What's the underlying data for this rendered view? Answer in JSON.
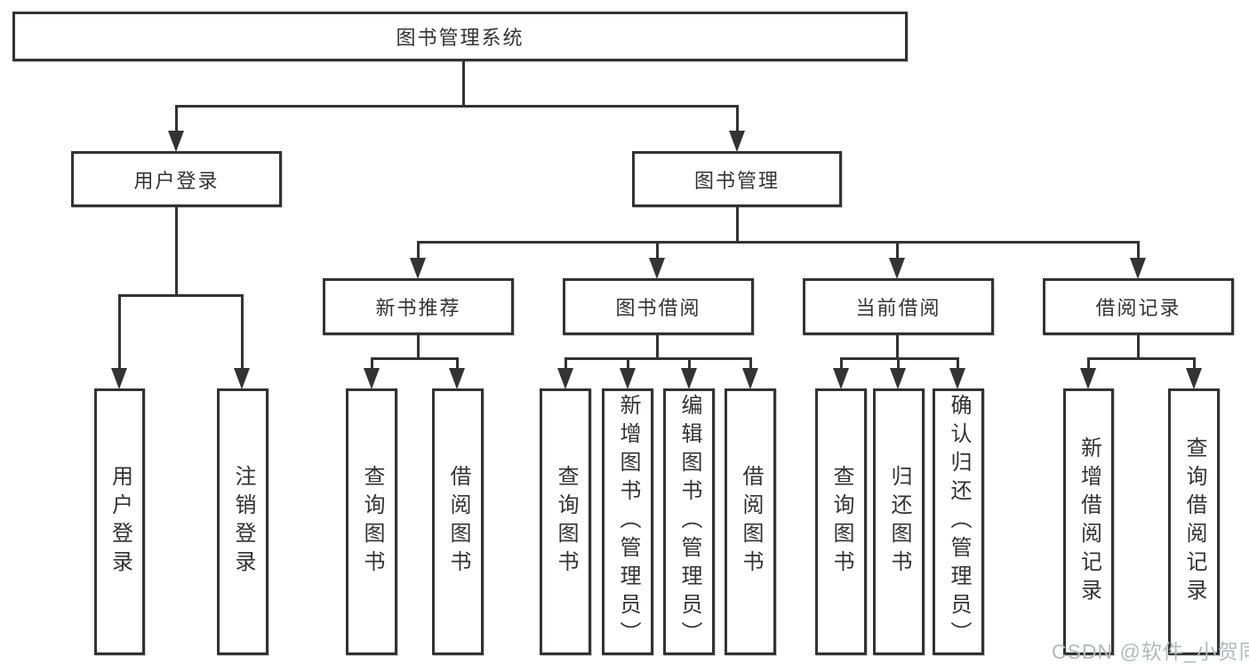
{
  "diagram_type": "hierarchy-tree",
  "hierarchy": {
    "label": "图书管理系统",
    "children": [
      {
        "label": "用户登录",
        "children": [
          {
            "label": "用户登录"
          },
          {
            "label": "注销登录"
          }
        ]
      },
      {
        "label": "图书管理",
        "children": [
          {
            "label": "新书推荐",
            "children": [
              {
                "label": "查询图书"
              },
              {
                "label": "借阅图书"
              }
            ]
          },
          {
            "label": "图书借阅",
            "children": [
              {
                "label": "查询图书"
              },
              {
                "label": "新增图书（管理员）"
              },
              {
                "label": "编辑图书（管理员）"
              },
              {
                "label": "借阅图书"
              }
            ]
          },
          {
            "label": "当前借阅",
            "children": [
              {
                "label": "查询图书"
              },
              {
                "label": "归还图书"
              },
              {
                "label": "确认归还（管理员）"
              }
            ]
          },
          {
            "label": "借阅记录",
            "children": [
              {
                "label": "新增借阅记录"
              },
              {
                "label": "查询借阅记录"
              }
            ]
          }
        ]
      }
    ]
  },
  "watermark": "CSDN @软件_小贺同学",
  "colors": {
    "line": "#333333",
    "box_border": "#333333",
    "text": "#333333",
    "watermark": "#b3b9bc",
    "background": "#ffffff"
  }
}
